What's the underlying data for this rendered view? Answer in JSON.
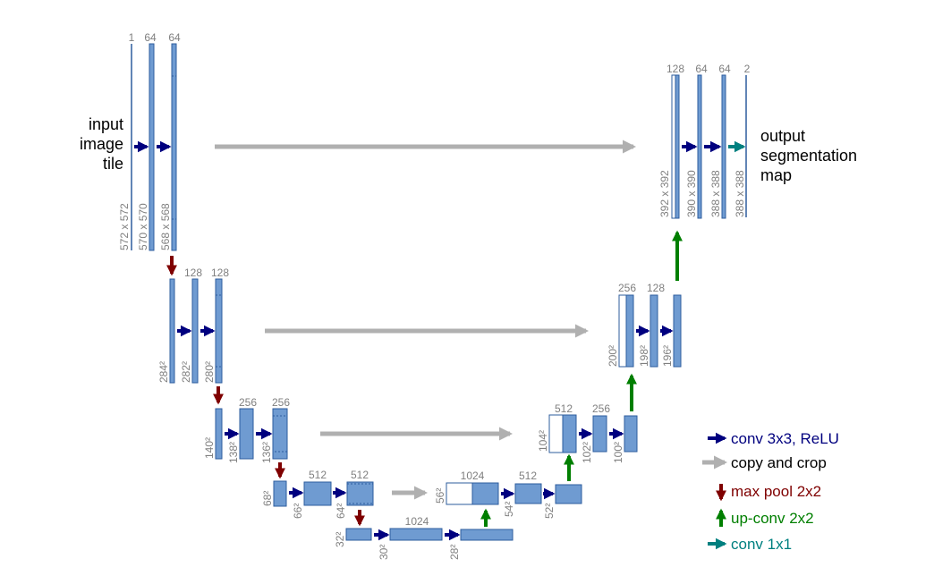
{
  "colors": {
    "block_fill": "#6f9bd1",
    "block_stroke": "#2e5d9e",
    "copy_fill": "#ffffff",
    "conv_arrow": "#00007f",
    "copy_arrow": "#b0b0b0",
    "pool_arrow": "#7f0000",
    "upconv_arrow": "#007f00",
    "conv1x1_arrow": "#008080",
    "label_gray": "#7f7f7f"
  },
  "input_label": [
    "input",
    "image",
    "tile"
  ],
  "output_label": [
    "output",
    "segmentation",
    "map"
  ],
  "channels": {
    "l1": [
      "1",
      "64",
      "64"
    ],
    "l2": [
      "128",
      "128"
    ],
    "l3": [
      "256",
      "256"
    ],
    "l4": [
      "512",
      "512"
    ],
    "bottom": [
      "1024"
    ],
    "u4": [
      "1024",
      "512"
    ],
    "u3": [
      "512",
      "256"
    ],
    "u2": [
      "256",
      "128"
    ],
    "u1": [
      "128",
      "64",
      "64",
      "2"
    ]
  },
  "sizes": {
    "l1": [
      "572 x 572",
      "570 x 570",
      "568 x 568"
    ],
    "l2": [
      "284²",
      "282²",
      "280²"
    ],
    "l3": [
      "140²",
      "138²",
      "136²"
    ],
    "l4": [
      "68²",
      "66²",
      "64²"
    ],
    "bottom": [
      "32²",
      "30²",
      "28²"
    ],
    "u4": [
      "56²",
      "54²",
      "52²"
    ],
    "u3": [
      "104²",
      "102²",
      "100²"
    ],
    "u2": [
      "200²",
      "198²",
      "196²"
    ],
    "u1": [
      "392 x 392",
      "390 x 390",
      "388 x 388",
      "388 x 388"
    ]
  },
  "legend": [
    {
      "text": "conv 3x3, ReLU",
      "color": "#00007f",
      "icon": "right-arrow"
    },
    {
      "text": "copy and crop",
      "color": "#000000",
      "icon": "gray-right-arrow"
    },
    {
      "text": "max pool 2x2",
      "color": "#7f0000",
      "icon": "down-arrow"
    },
    {
      "text": "up-conv 2x2",
      "color": "#007f00",
      "icon": "up-arrow"
    },
    {
      "text": "conv 1x1",
      "color": "#008080",
      "icon": "teal-right-arrow"
    }
  ]
}
